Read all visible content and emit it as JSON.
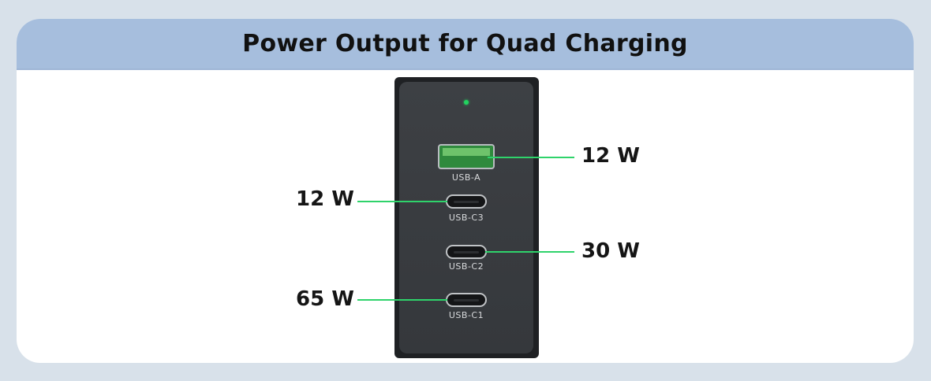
{
  "header": {
    "title": "Power Output for Quad Charging"
  },
  "ports": [
    {
      "name": "USB-A",
      "power": "12 W"
    },
    {
      "name": "USB-C3",
      "power": "12 W"
    },
    {
      "name": "USB-C2",
      "power": "30 W"
    },
    {
      "name": "USB-C1",
      "power": "65 W"
    }
  ],
  "colors": {
    "accent": "#2fd36b",
    "header": "#a6bedd",
    "background": "#d8e1ea"
  }
}
